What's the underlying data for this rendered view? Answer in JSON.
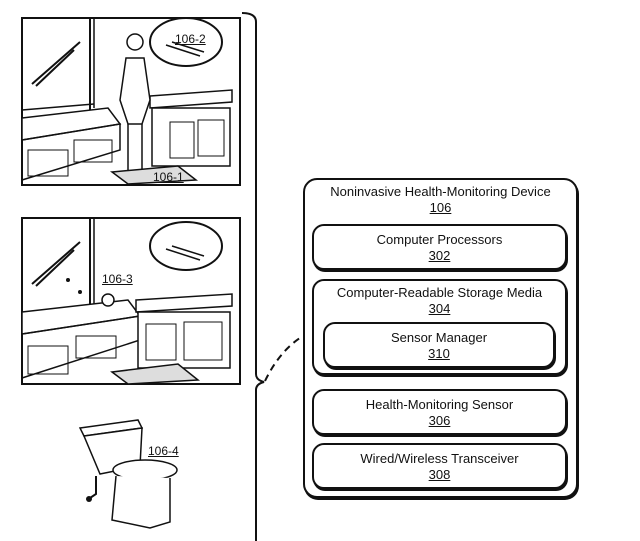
{
  "figure": {
    "scenes": [
      {
        "id": "bathroom-person",
        "labels": [
          "106-2",
          "106-1"
        ]
      },
      {
        "id": "bathroom-bathtub",
        "labels": [
          "106-3"
        ]
      },
      {
        "id": "toilet",
        "labels": [
          "106-4"
        ]
      }
    ],
    "device": {
      "title": "Noninvasive Health-Monitoring Device",
      "number": "106",
      "components": [
        {
          "title": "Computer Processors",
          "number": "302"
        },
        {
          "title": "Computer-Readable Storage Media",
          "number": "304",
          "children": [
            {
              "title": "Sensor Manager",
              "number": "310"
            }
          ]
        },
        {
          "title": "Health-Monitoring Sensor",
          "number": "306"
        },
        {
          "title": "Wired/Wireless Transceiver",
          "number": "308"
        }
      ]
    }
  }
}
